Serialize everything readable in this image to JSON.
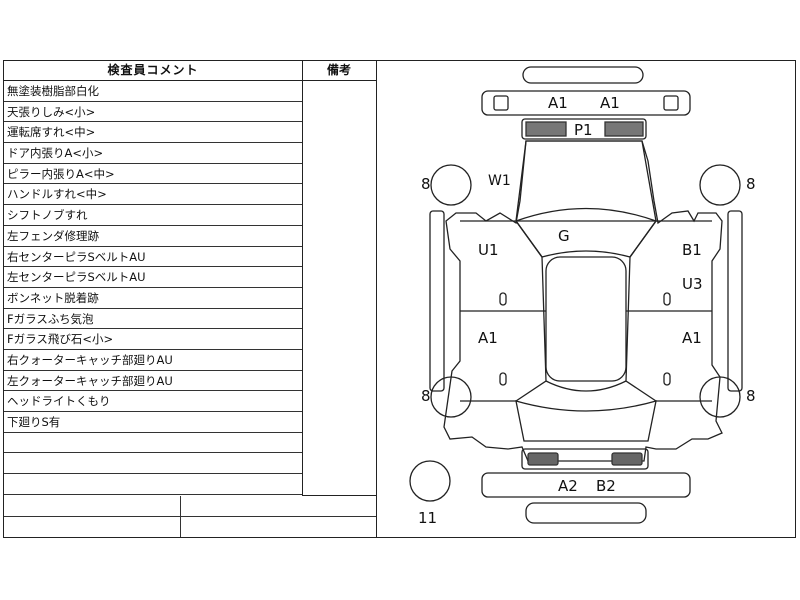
{
  "sheet": {
    "comment_header": "検査員コメント",
    "notes_header": "備考",
    "comments": [
      "無塗装樹脂部白化",
      "天張りしみ<小>",
      "運転席すれ<中>",
      "ドア内張りA<小>",
      "ピラー内張りA<中>",
      "ハンドルすれ<中>",
      "シフトノブすれ",
      "左フェンダ修理跡",
      "右センターピラSベルトAU",
      "左センターピラSベルトAU",
      "ボンネット脱着跡",
      "Fガラスふち気泡",
      "Fガラス飛び石<小>",
      "右クォーターキャッチ部廻りAU",
      "左クォーターキャッチ部廻りAU",
      "ヘッドライトくもり",
      "下廻りS有",
      "",
      "",
      ""
    ]
  },
  "diagram": {
    "front_bumper": [
      "A1",
      "A1"
    ],
    "front_grille": "P1",
    "windshield": "W1",
    "hood": "G",
    "left_front_door": "U1",
    "left_rear_door": "A1",
    "right_front_door": "B1",
    "right_mid": "U3",
    "right_rear_door": "A1",
    "rear_bumper": [
      "A2",
      "B2"
    ],
    "tire_fl": "8",
    "tire_fr": "8",
    "tire_rl": "8",
    "tire_rr": "8",
    "spare_tire": "11"
  },
  "colors": {
    "line": "#222222",
    "shade": "#555555",
    "paper": "#ffffff"
  }
}
